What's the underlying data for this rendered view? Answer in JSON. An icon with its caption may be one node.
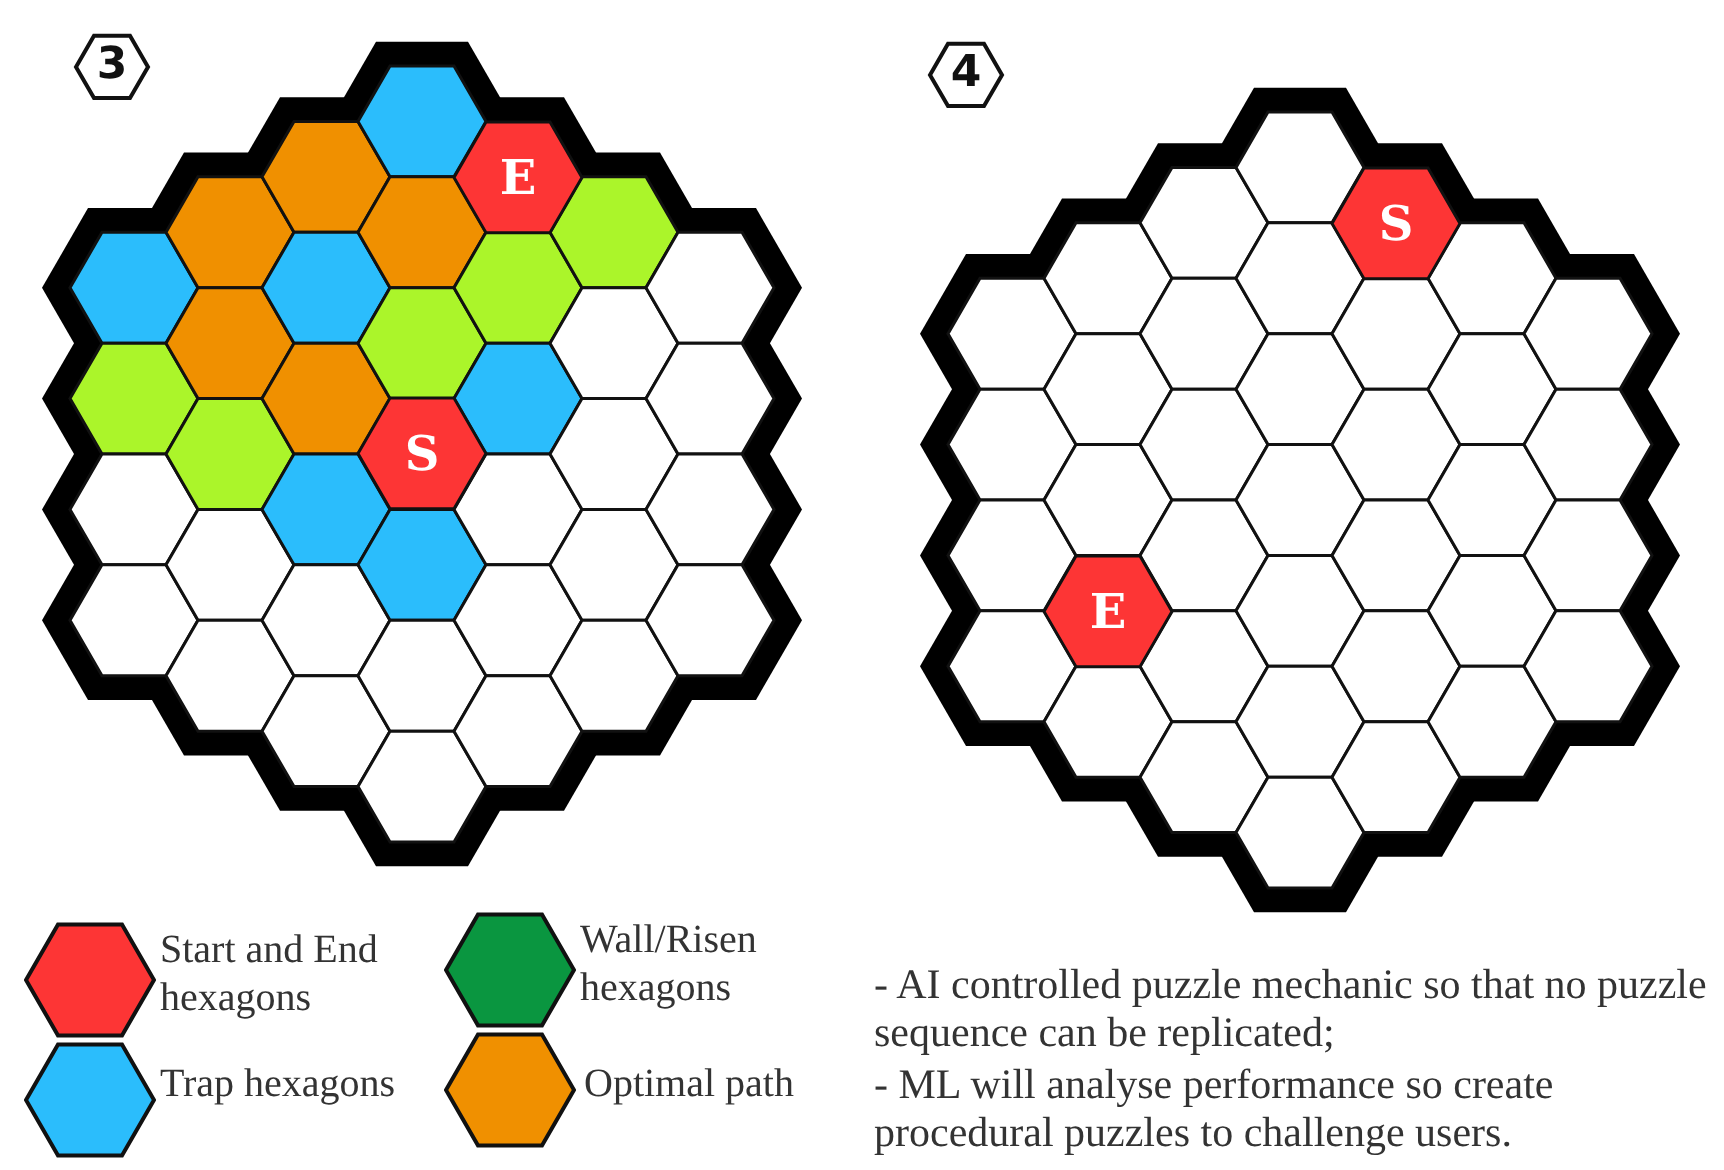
{
  "diagram": {
    "nodes": [
      {
        "text": [
          "3"
        ]
      },
      {
        "text": [
          "E"
        ]
      },
      {
        "text": [
          "S"
        ]
      },
      {
        "text": [
          "4"
        ]
      },
      {
        "text": [
          "S"
        ]
      },
      {
        "text": [
          "E"
        ]
      }
    ],
    "edges": [],
    "labels": [
      "- AI controlled puzzle mechanic so that no puzzle sequence can be replicated;",
      "- ML will analyse performance so create procedural puzzles to challenge users."
    ],
    "legend": [
      {
        "text": "Start and End hexagons",
        "color": "#fd3535"
      },
      {
        "text": "Wall/Risen hexagons",
        "color": "#0a9640"
      },
      {
        "text": "Trap hexagons",
        "color": "#2bbdfc"
      },
      {
        "text": "Optimal path",
        "color": "#f09000"
      }
    ]
  }
}
